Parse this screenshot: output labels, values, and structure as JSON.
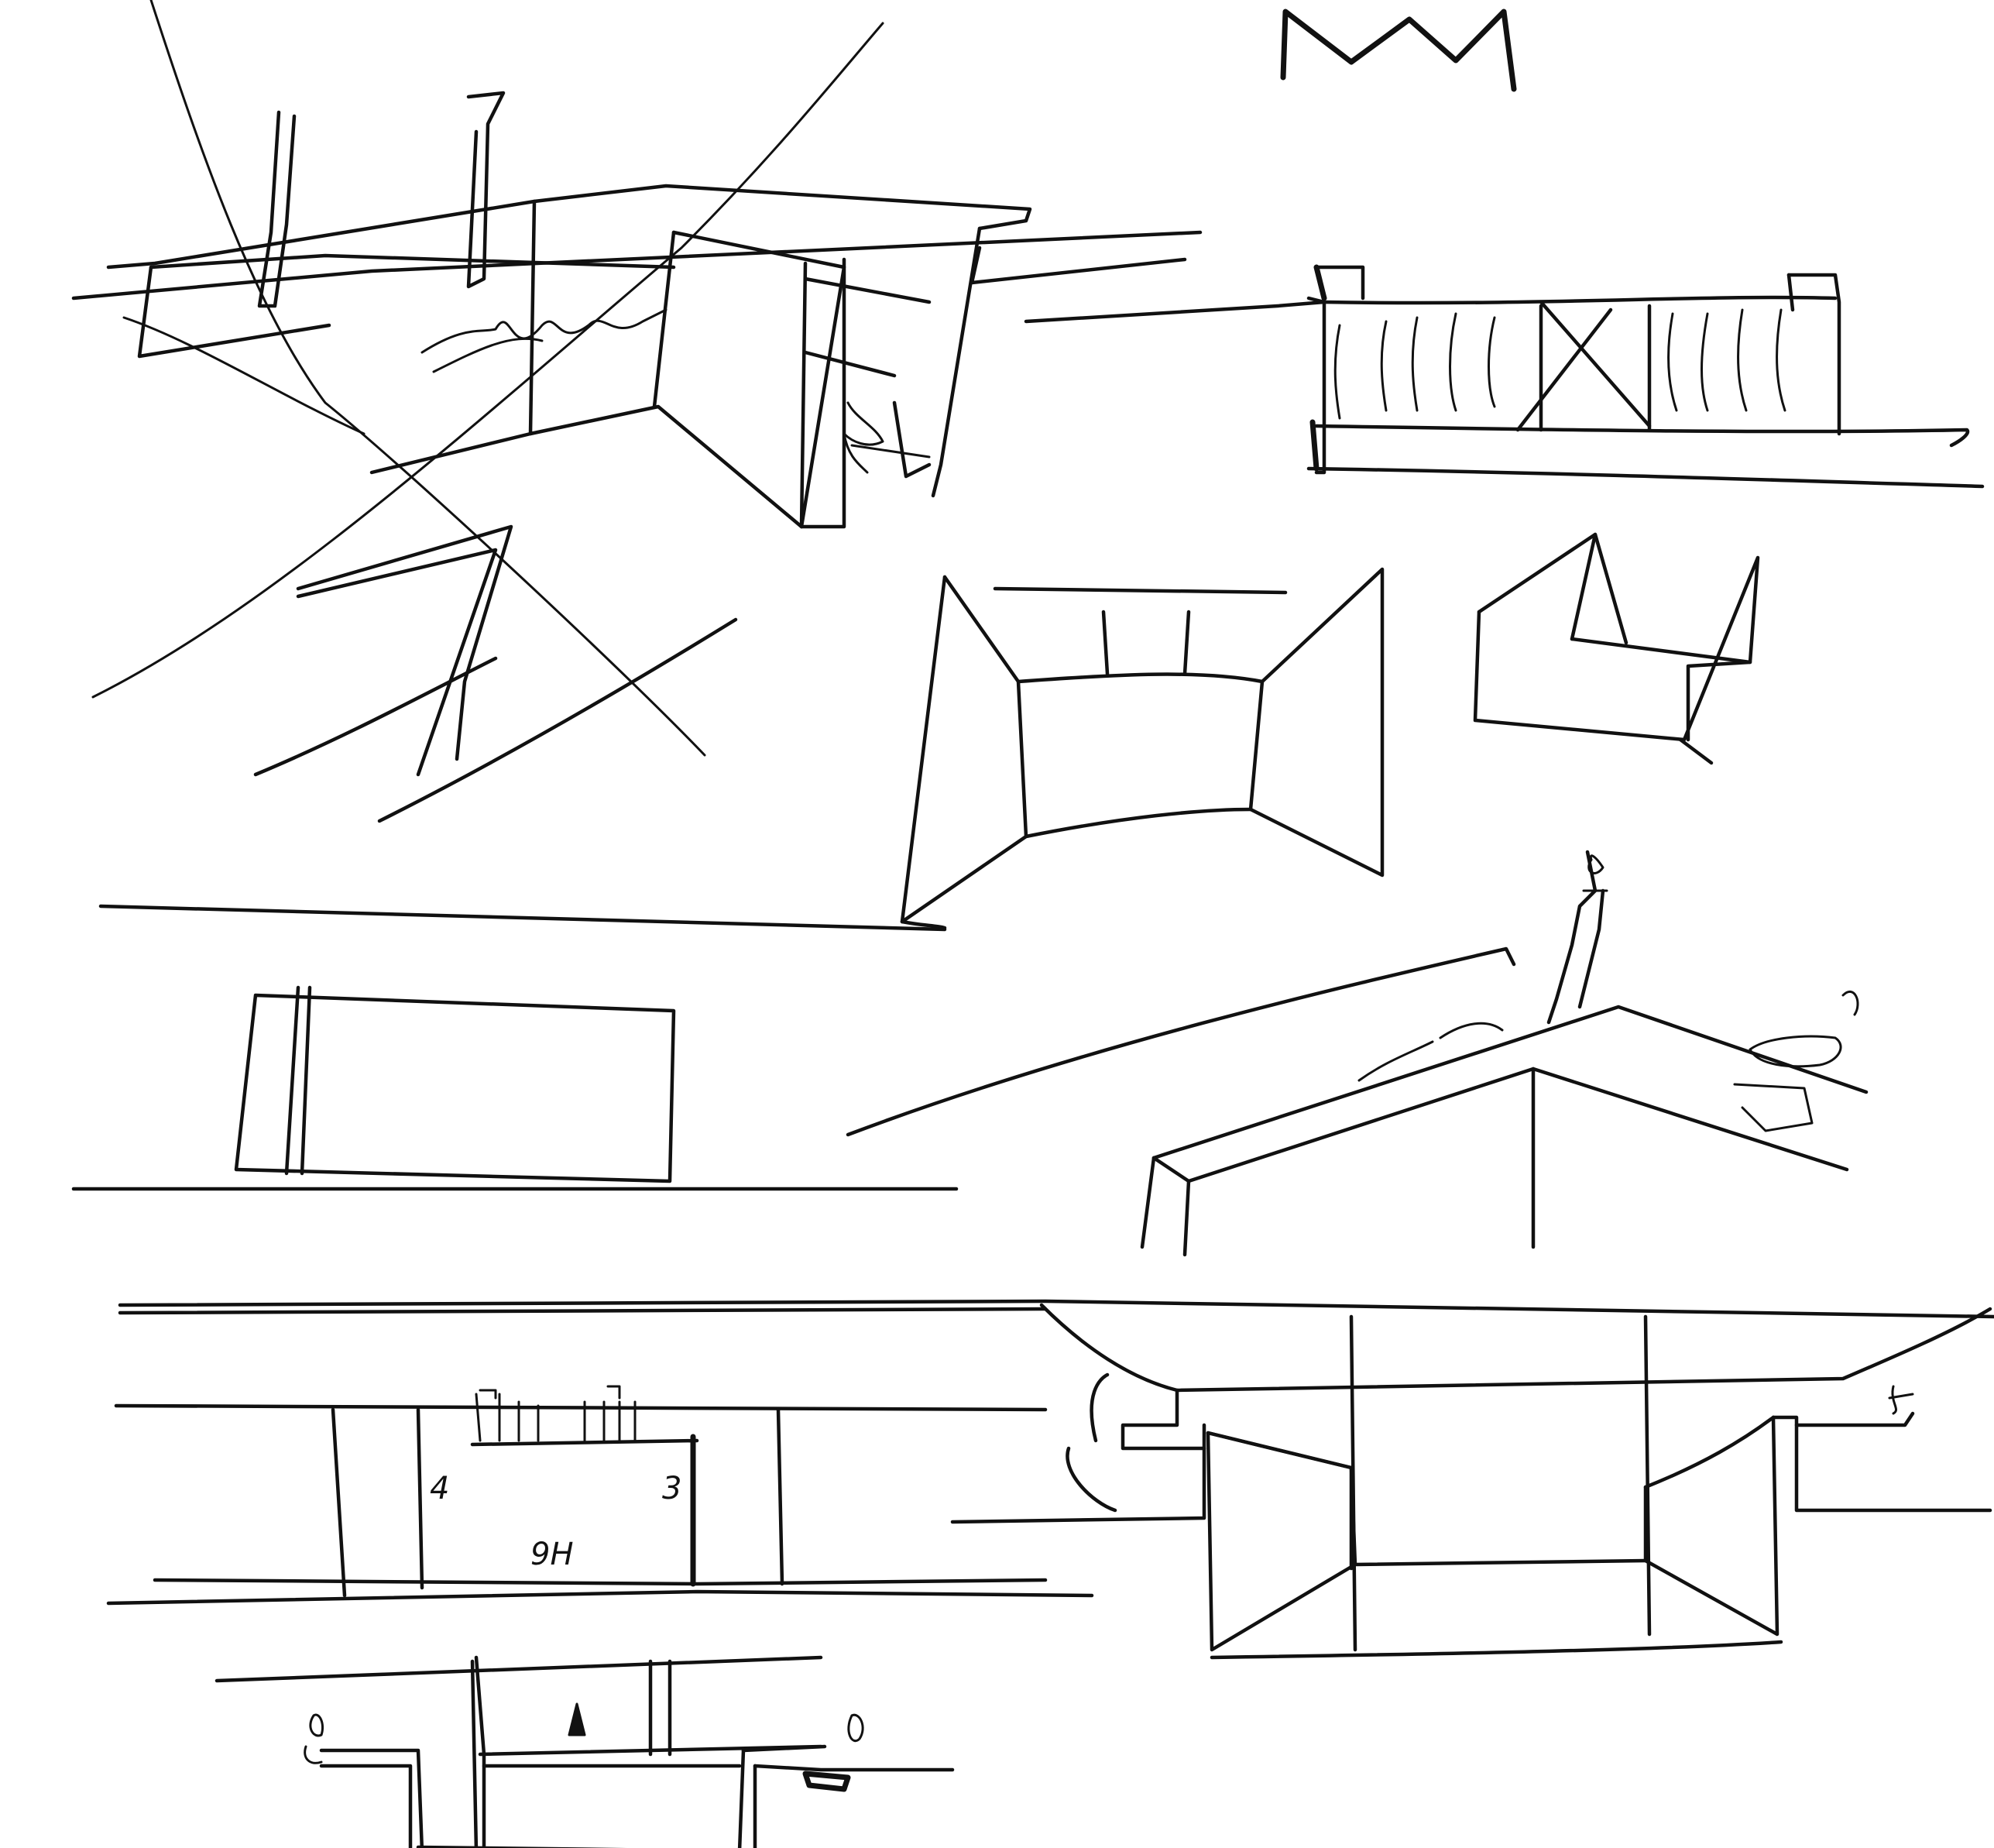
{
  "sheet": {
    "monogram": "MM",
    "dimension_label": "9H",
    "height_mark_left": "4",
    "height_mark_right": "3",
    "ink_color": "#111111",
    "paper_color": "#ffffff"
  }
}
